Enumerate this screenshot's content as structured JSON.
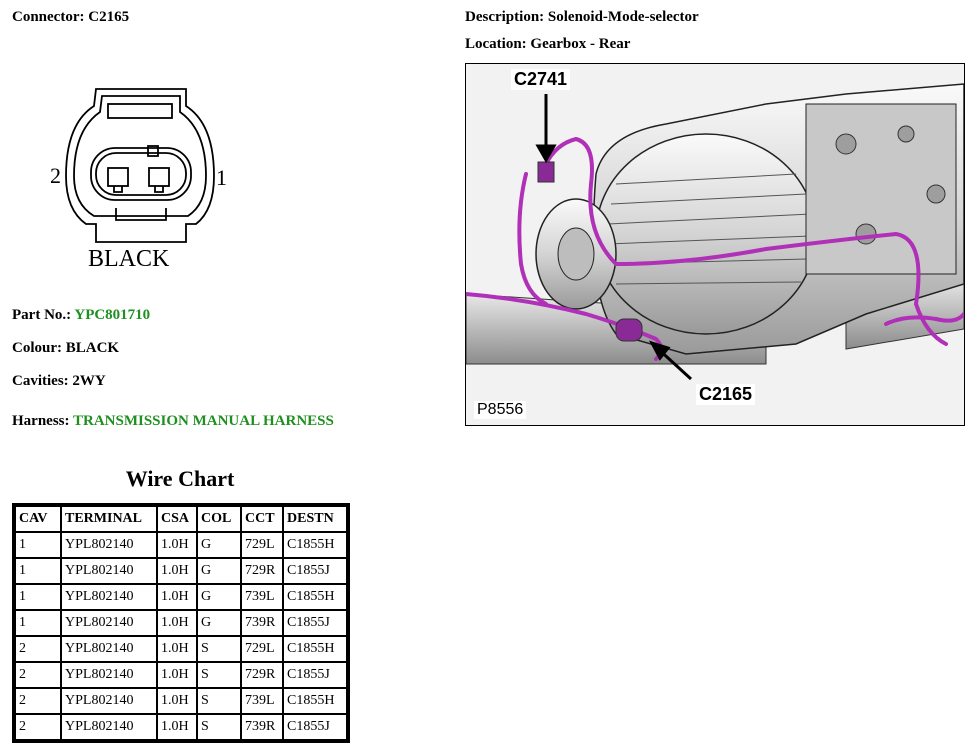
{
  "connector": {
    "label": "Connector:",
    "value": "C2165"
  },
  "description": {
    "label": "Description:",
    "value": "Solenoid-Mode-selector"
  },
  "location": {
    "label": "Location:",
    "value": "Gearbox - Rear"
  },
  "diagram": {
    "pin_left": "2",
    "pin_right": "1",
    "colour_text": "BLACK"
  },
  "part": {
    "label": "Part No.:",
    "value": "YPC801710"
  },
  "colour": {
    "label": "Colour:",
    "value": "BLACK"
  },
  "cavities": {
    "label": "Cavities:",
    "value": "2WY"
  },
  "harness": {
    "label": "Harness:",
    "value": "TRANSMISSION MANUAL HARNESS"
  },
  "wire_chart": {
    "title": "Wire Chart",
    "headers": [
      "CAV",
      "TERMINAL",
      "CSA",
      "COL",
      "CCT",
      "DESTN"
    ],
    "rows": [
      [
        "1",
        "YPL802140",
        "1.0H",
        "G",
        "729L",
        "C1855H"
      ],
      [
        "1",
        "YPL802140",
        "1.0H",
        "G",
        "729R",
        "C1855J"
      ],
      [
        "1",
        "YPL802140",
        "1.0H",
        "G",
        "739L",
        "C1855H"
      ],
      [
        "1",
        "YPL802140",
        "1.0H",
        "G",
        "739R",
        "C1855J"
      ],
      [
        "2",
        "YPL802140",
        "1.0H",
        "S",
        "729L",
        "C1855H"
      ],
      [
        "2",
        "YPL802140",
        "1.0H",
        "S",
        "729R",
        "C1855J"
      ],
      [
        "2",
        "YPL802140",
        "1.0H",
        "S",
        "739L",
        "C1855H"
      ],
      [
        "2",
        "YPL802140",
        "1.0H",
        "S",
        "739R",
        "C1855J"
      ]
    ]
  },
  "photo": {
    "callout_top": "C2741",
    "callout_bottom": "C2165",
    "plate": "P8556"
  },
  "colors": {
    "link_green": "#1f8f1f",
    "harness_purple": "#b030b8"
  }
}
